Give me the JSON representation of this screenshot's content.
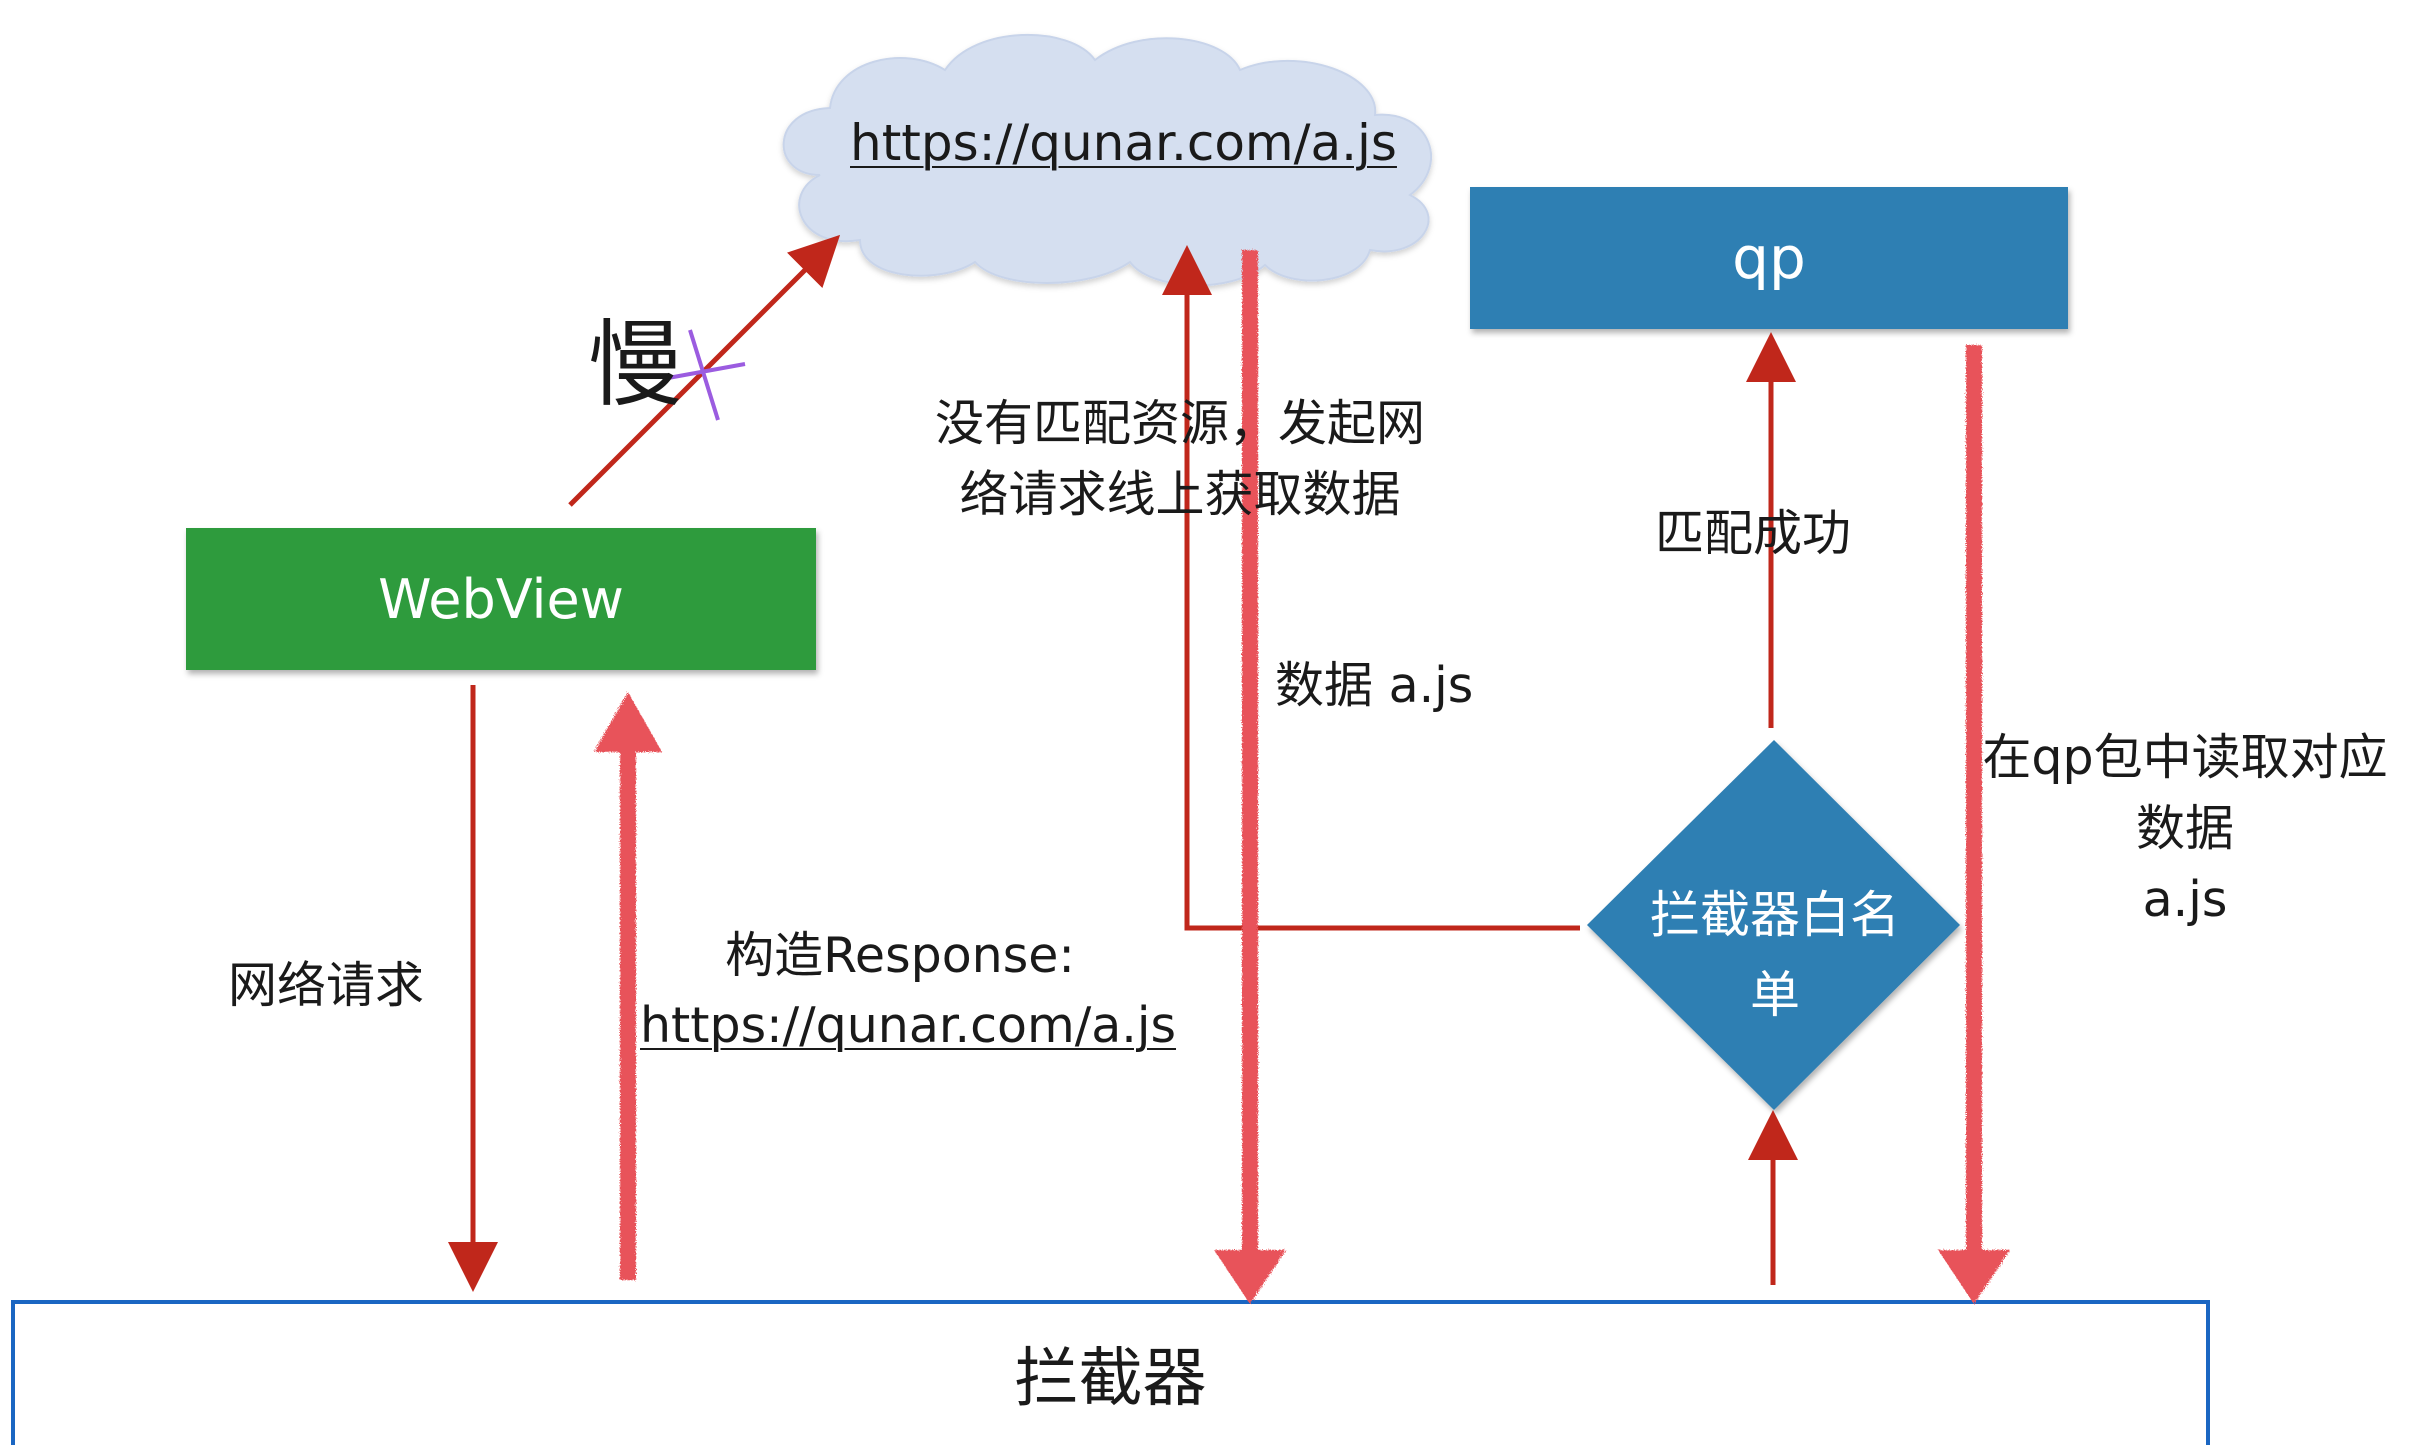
{
  "cloud": {
    "url": "https://qunar.com/a.js"
  },
  "nodes": {
    "webview": "WebView",
    "qp": "qp",
    "whitelist": "拦截器白名\n单",
    "interceptor": "拦截器"
  },
  "labels": {
    "slow": "慢",
    "no_match_fetch": "没有匹配资源，发起网\n络请求线上获取数据",
    "match_success": "匹配成功",
    "data_ajs": "数据 a.js",
    "read_qp": "在qp包中读取对应\n数据\na.js",
    "network_request": "网络请求",
    "construct_response": "构造Response:",
    "response_url": "https://qunar.com/a.js"
  },
  "colors": {
    "webview_green": "#2e9b3e",
    "qp_blue": "#2f7fb3",
    "diamond_blue": "#2f7fb3",
    "interceptor_border": "#1a66c2",
    "cloud_fill": "#d5dff0",
    "arrow_red": "#c0271b",
    "fat_arrow_red": "#e8525a",
    "strike_purple": "#9b5ce0"
  }
}
